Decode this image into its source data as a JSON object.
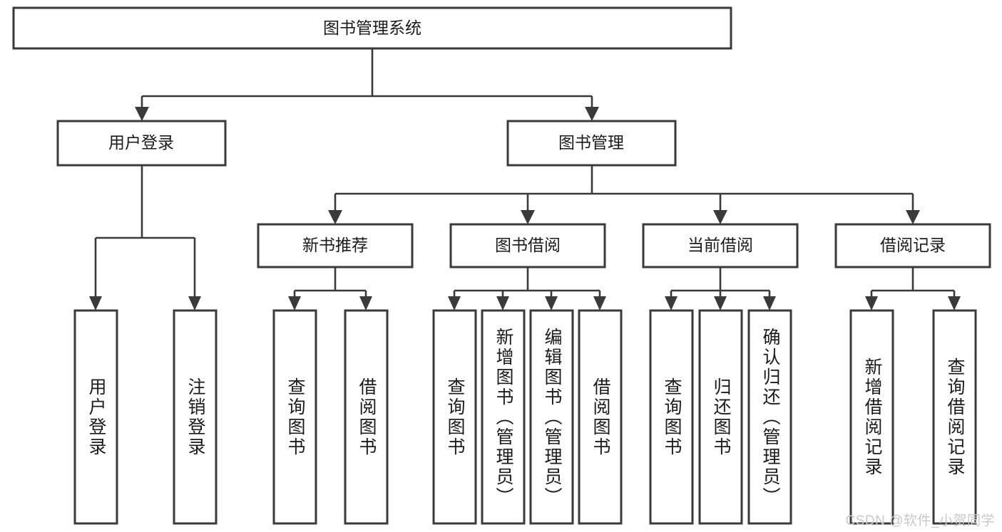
{
  "diagram": {
    "type": "tree-flowchart",
    "title_node": {
      "label": "图书管理系统"
    },
    "level2": [
      {
        "label": "用户登录"
      },
      {
        "label": "图书管理"
      }
    ],
    "level3": [
      {
        "label": "新书推荐"
      },
      {
        "label": "图书借阅"
      },
      {
        "label": "当前借阅"
      },
      {
        "label": "借阅记录"
      }
    ],
    "leaves": {
      "user_login": [
        {
          "label": "用户登录"
        },
        {
          "label": "注销登录"
        }
      ],
      "new_book_recommend": [
        {
          "label": "查询图书"
        },
        {
          "label": "借阅图书"
        }
      ],
      "book_borrow": [
        {
          "label": "查询图书"
        },
        {
          "label": "新增图书（管理员）"
        },
        {
          "label": "编辑图书（管理员）"
        },
        {
          "label": "借阅图书"
        }
      ],
      "current_borrow": [
        {
          "label": "查询图书"
        },
        {
          "label": "归还图书"
        },
        {
          "label": "确认归还（管理员）"
        }
      ],
      "borrow_record": [
        {
          "label": "新增借阅记录"
        },
        {
          "label": "查询借阅记录"
        }
      ]
    }
  },
  "watermark": {
    "text": "CSDN @软件_小贺同学"
  },
  "colors": {
    "box_stroke": "#3a3a3a",
    "box_fill": "#ffffff",
    "text": "#1b1b1b",
    "watermark": "#c9c9c9",
    "background": "#ffffff"
  }
}
